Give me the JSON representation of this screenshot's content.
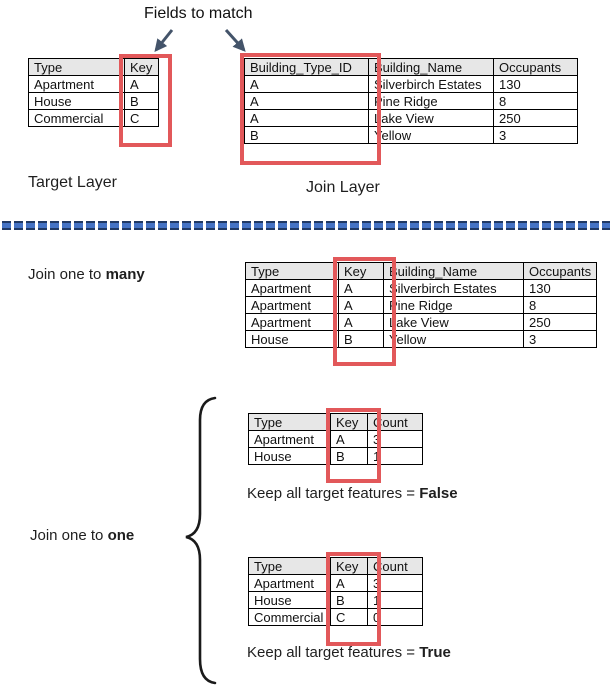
{
  "header": {
    "title": "Fields to match"
  },
  "labels": {
    "target_layer": "Target Layer",
    "join_layer": "Join Layer",
    "join_one_to_many_prefix": "Join one to ",
    "join_one_to_many_bold": "many",
    "join_one_to_one_prefix": "Join one to ",
    "join_one_to_one_bold": "one",
    "keep_false_prefix": "Keep all target features = ",
    "keep_false_bold": "False",
    "keep_true_prefix": "Keep all target features = ",
    "keep_true_bold": "True"
  },
  "colors": {
    "highlight_red": "#e2585a",
    "header_gray": "#e7e7e7",
    "arrow_navy": "#44546a",
    "divider_blue": "#4472c4",
    "divider_dark": "#1f3864"
  },
  "target_table": {
    "headers": [
      "Type",
      "Key"
    ],
    "rows": [
      [
        "Apartment",
        "A"
      ],
      [
        "House",
        "B"
      ],
      [
        "Commercial",
        "C"
      ]
    ],
    "highlighted_column": "Key"
  },
  "join_table": {
    "headers": [
      "Building_Type_ID",
      "Building_Name",
      "Occupants"
    ],
    "rows": [
      [
        "A",
        "Silverbirch Estates",
        "130"
      ],
      [
        "A",
        "Pine Ridge",
        "8"
      ],
      [
        "A",
        "Lake View",
        "250"
      ],
      [
        "B",
        "Yellow",
        "3"
      ]
    ],
    "highlighted_column": "Building_Type_ID"
  },
  "one_to_many_table": {
    "headers": [
      "Type",
      "Key",
      "Building_Name",
      "Occupants"
    ],
    "rows": [
      [
        "Apartment",
        "A",
        "Silverbirch Estates",
        "130"
      ],
      [
        "Apartment",
        "A",
        "Pine Ridge",
        "8"
      ],
      [
        "Apartment",
        "A",
        "Lake View",
        "250"
      ],
      [
        "House",
        "B",
        "Yellow",
        "3"
      ]
    ],
    "highlighted_column": "Key"
  },
  "one_to_one_false_table": {
    "headers": [
      "Type",
      "Key",
      "Count"
    ],
    "rows": [
      [
        "Apartment",
        "A",
        "3"
      ],
      [
        "House",
        "B",
        "1"
      ]
    ],
    "highlighted_column": "Key"
  },
  "one_to_one_true_table": {
    "headers": [
      "Type",
      "Key",
      "Count"
    ],
    "rows": [
      [
        "Apartment",
        "A",
        "3"
      ],
      [
        "House",
        "B",
        "1"
      ],
      [
        "Commercial",
        "C",
        "0"
      ]
    ],
    "highlighted_column": "Key"
  }
}
